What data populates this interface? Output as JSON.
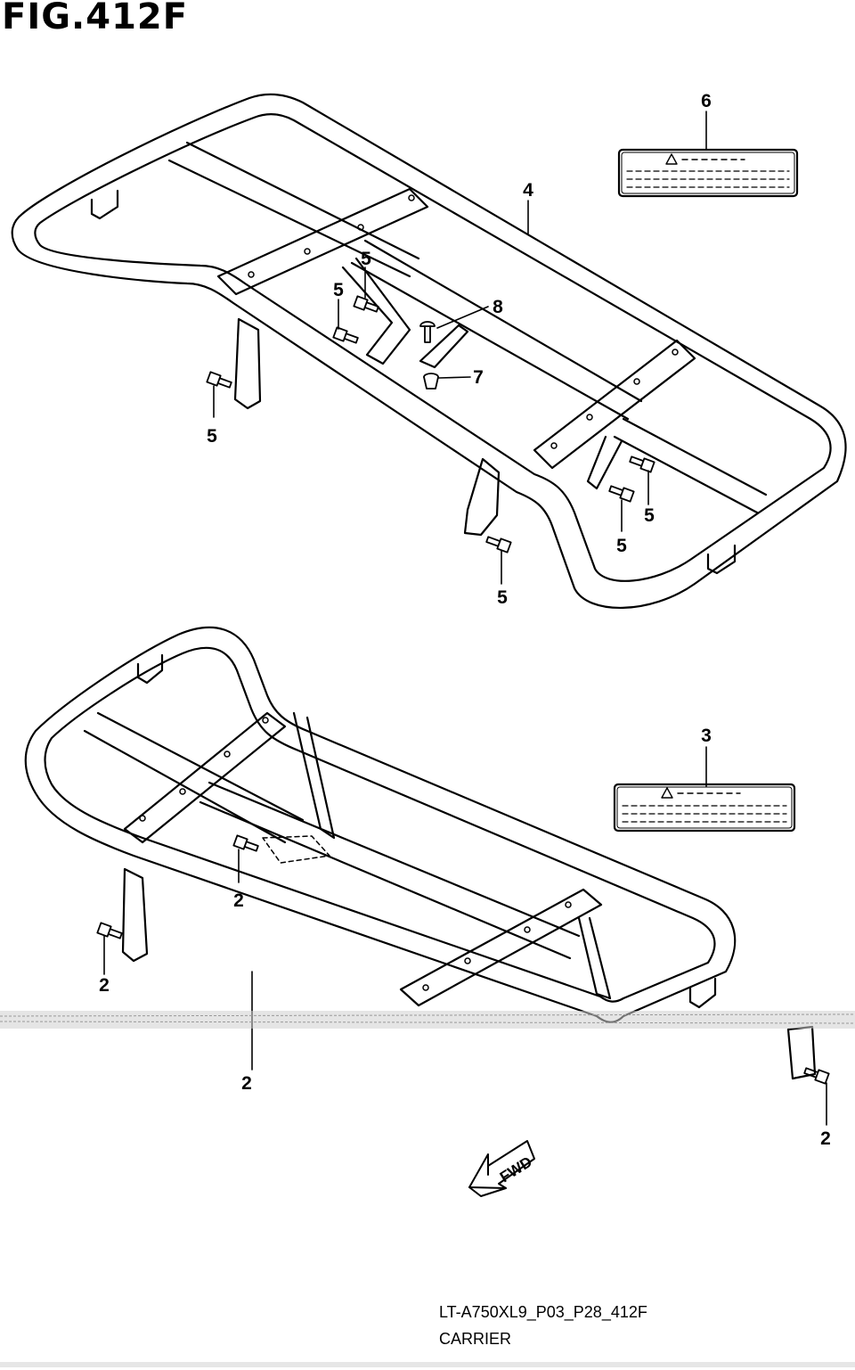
{
  "figure": {
    "title": "FIG.412F",
    "drawing_code": "LT-A750XL9_P03_P28_412F",
    "drawing_name": "CARRIER",
    "fwd_label": "FWD"
  },
  "callouts": [
    {
      "id": "c6",
      "ref": "6"
    },
    {
      "id": "c4",
      "ref": "4"
    },
    {
      "id": "c5a",
      "ref": "5"
    },
    {
      "id": "c5b",
      "ref": "5"
    },
    {
      "id": "c8",
      "ref": "8"
    },
    {
      "id": "c7",
      "ref": "7"
    },
    {
      "id": "c5c",
      "ref": "5"
    },
    {
      "id": "c5d",
      "ref": "5"
    },
    {
      "id": "c5e",
      "ref": "5"
    },
    {
      "id": "c5f",
      "ref": "5"
    },
    {
      "id": "c3",
      "ref": "3"
    },
    {
      "id": "c2a",
      "ref": "2"
    },
    {
      "id": "c2b",
      "ref": "2"
    },
    {
      "id": "c2c",
      "ref": "2"
    },
    {
      "id": "c2d",
      "ref": "2"
    }
  ]
}
